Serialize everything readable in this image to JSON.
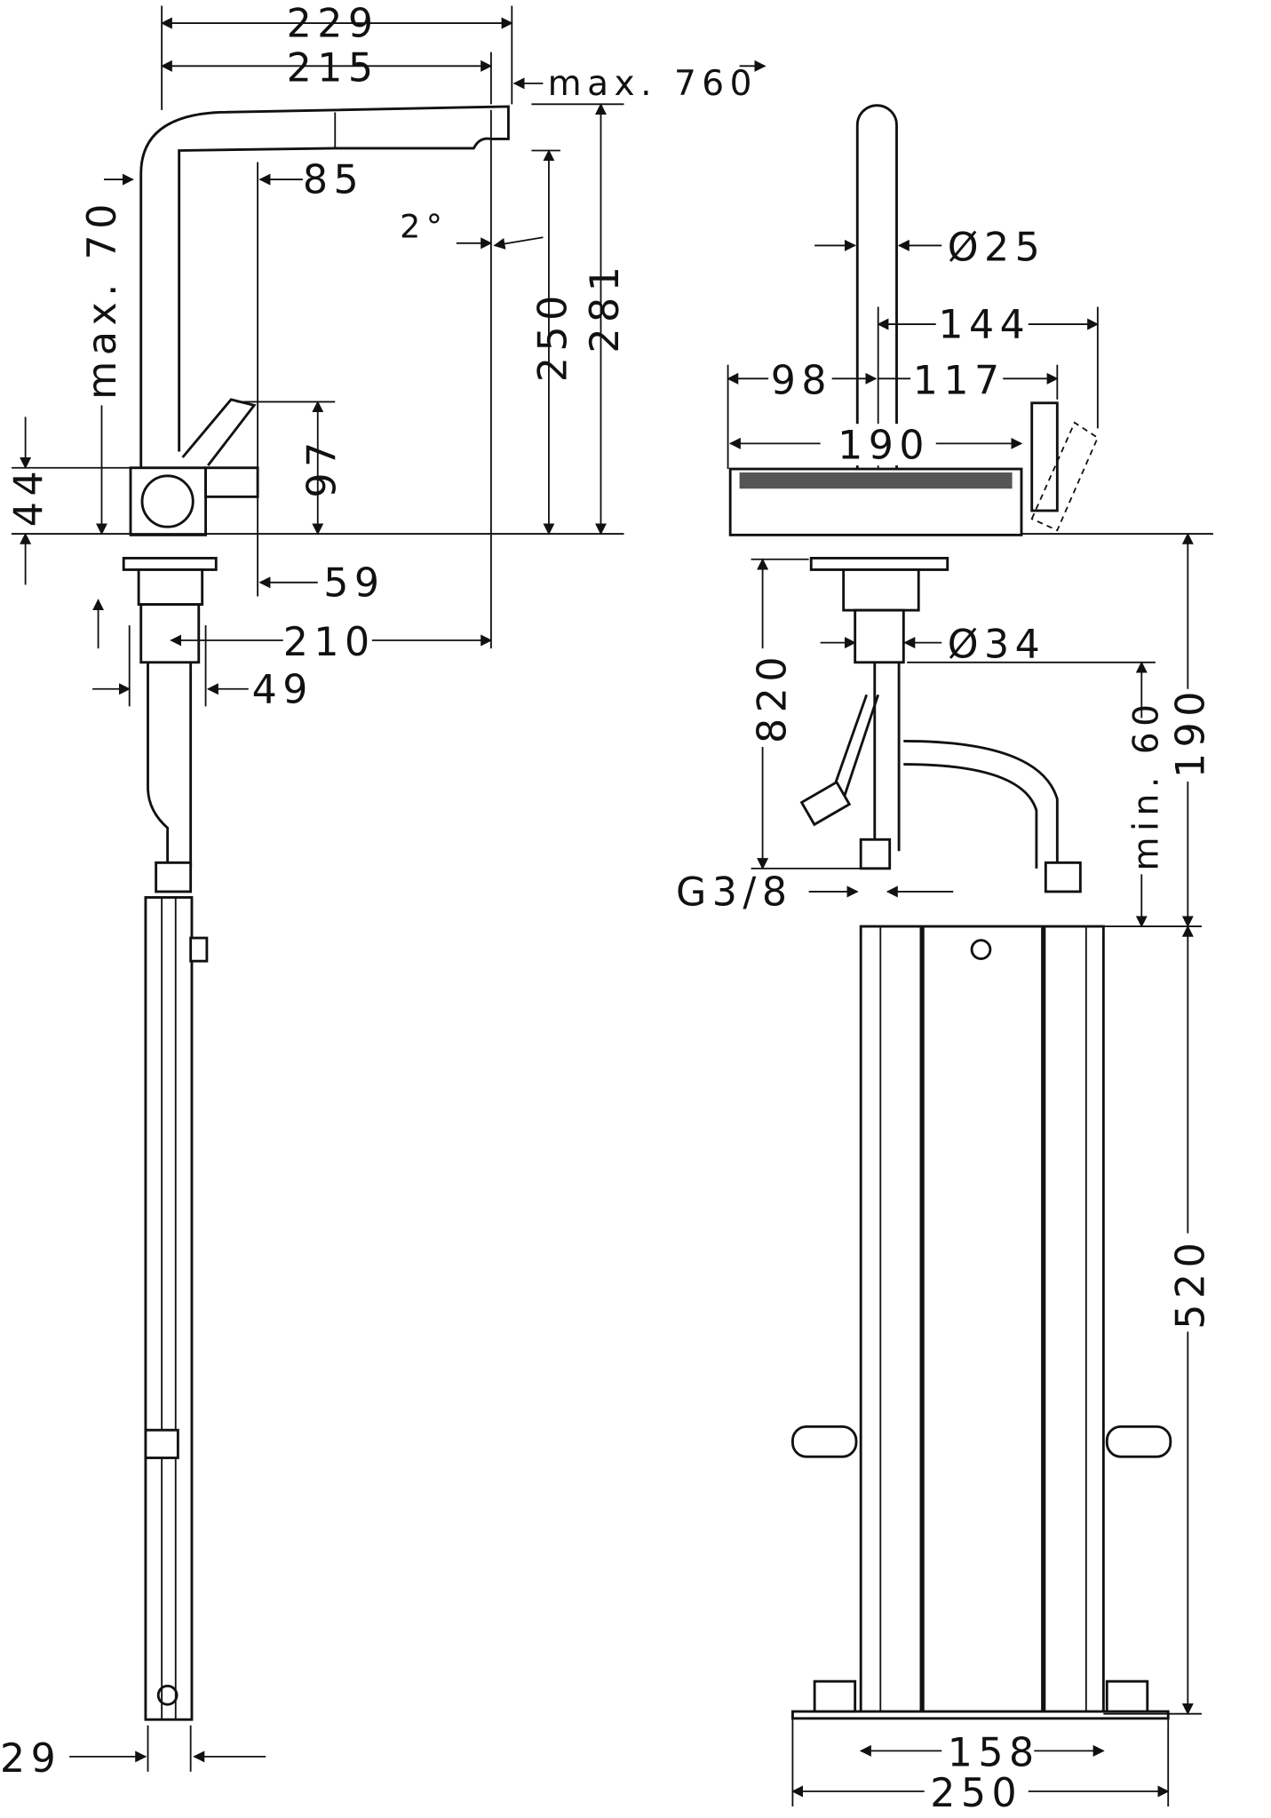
{
  "side_view": {
    "dim_229": "229",
    "dim_215": "215",
    "dim_max760": "max. 760",
    "dim_85": "85",
    "dim_2deg": "2°",
    "dim_250": "250",
    "dim_281": "281",
    "dim_max70": "max. 70",
    "dim_44": "44",
    "dim_97": "97",
    "dim_59": "59",
    "dim_210": "210",
    "dim_49": "49",
    "dim_29": "29"
  },
  "front_view": {
    "dim_d25": "Ø25",
    "dim_144": "144",
    "dim_98": "98",
    "dim_117": "117",
    "dim_190_top": "190",
    "dim_d34": "Ø34",
    "dim_820": "820",
    "dim_min60": "min. 60",
    "dim_190_right": "190",
    "dim_g38": "G3/8",
    "dim_520": "520",
    "dim_158": "158",
    "dim_250": "250"
  }
}
